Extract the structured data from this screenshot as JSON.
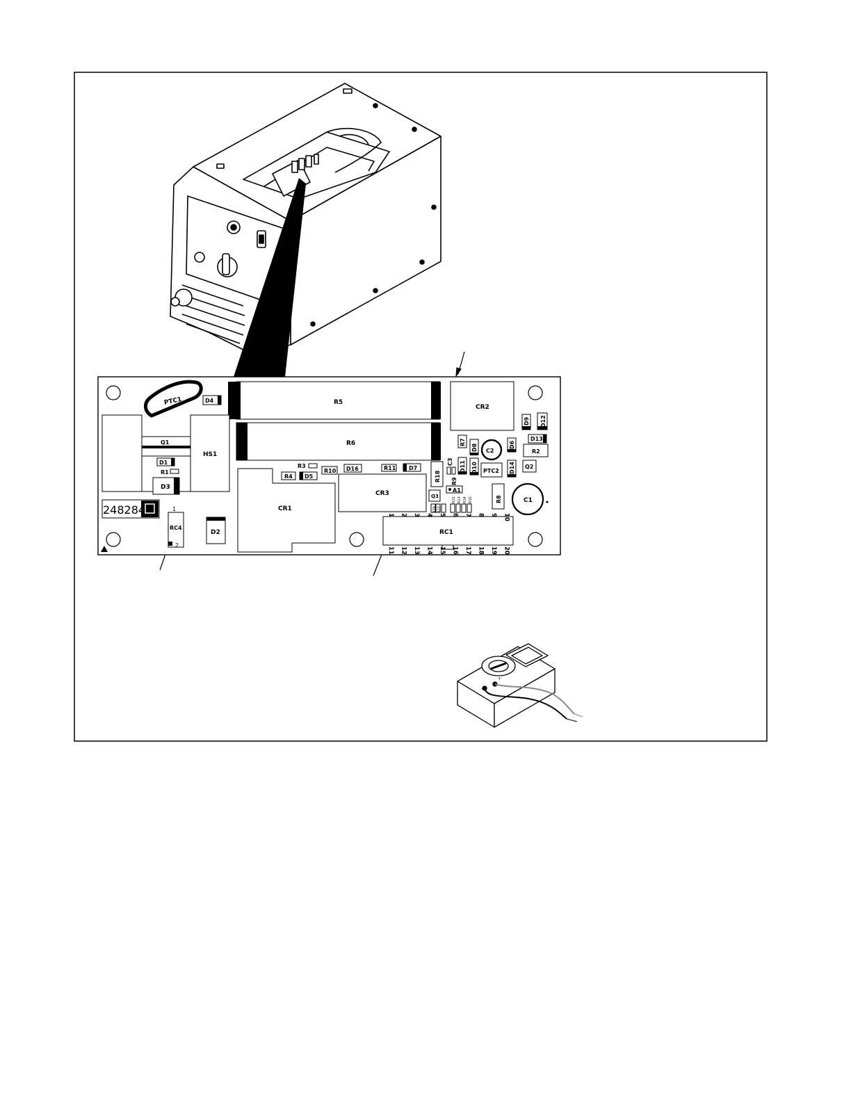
{
  "board": {
    "part_number": "248284",
    "components": {
      "ptc1": "PTC1",
      "d4": "D4",
      "r5": "R5",
      "r6": "R6",
      "cr2": "CR2",
      "d9": "D9",
      "d12": "D12",
      "d13": "D13",
      "r7": "R7",
      "d8": "D8",
      "c2": "C2",
      "d6": "D6",
      "r2": "R2",
      "q1": "Q1",
      "hs1": "HS1",
      "d1": "D1",
      "r1": "R1",
      "d3": "D3",
      "r3": "R3",
      "r10": "R10",
      "d16": "D16",
      "r11": "R11",
      "d7": "D7",
      "r4": "R4",
      "d5": "D5",
      "c3": "C3",
      "r18": "R18",
      "r9": "R9",
      "d11": "D11",
      "d10": "D10",
      "ptc2": "PTC2",
      "d14": "D14",
      "q2": "Q2",
      "cr3": "CR3",
      "a1": "A1",
      "q3": "Q3",
      "r8": "R8",
      "c1": "C1",
      "cr1": "CR1",
      "rc4": "RC4",
      "d2": "D2",
      "rc1": "RC1",
      "rx1": "R12",
      "rx2": "R13",
      "rx3": "R14",
      "rx4": "R15",
      "rx5": "R16",
      "rx6": "R17"
    },
    "rc4_pins": {
      "top": "1",
      "bottom": "2"
    },
    "rc1_pins_top": [
      "1",
      "2",
      "3",
      "4",
      "5",
      "6",
      "7",
      "8",
      "9",
      "10"
    ],
    "rc1_pins_bottom": [
      "11",
      "12",
      "13",
      "14",
      "15",
      "16",
      "17",
      "18",
      "19",
      "20"
    ]
  }
}
